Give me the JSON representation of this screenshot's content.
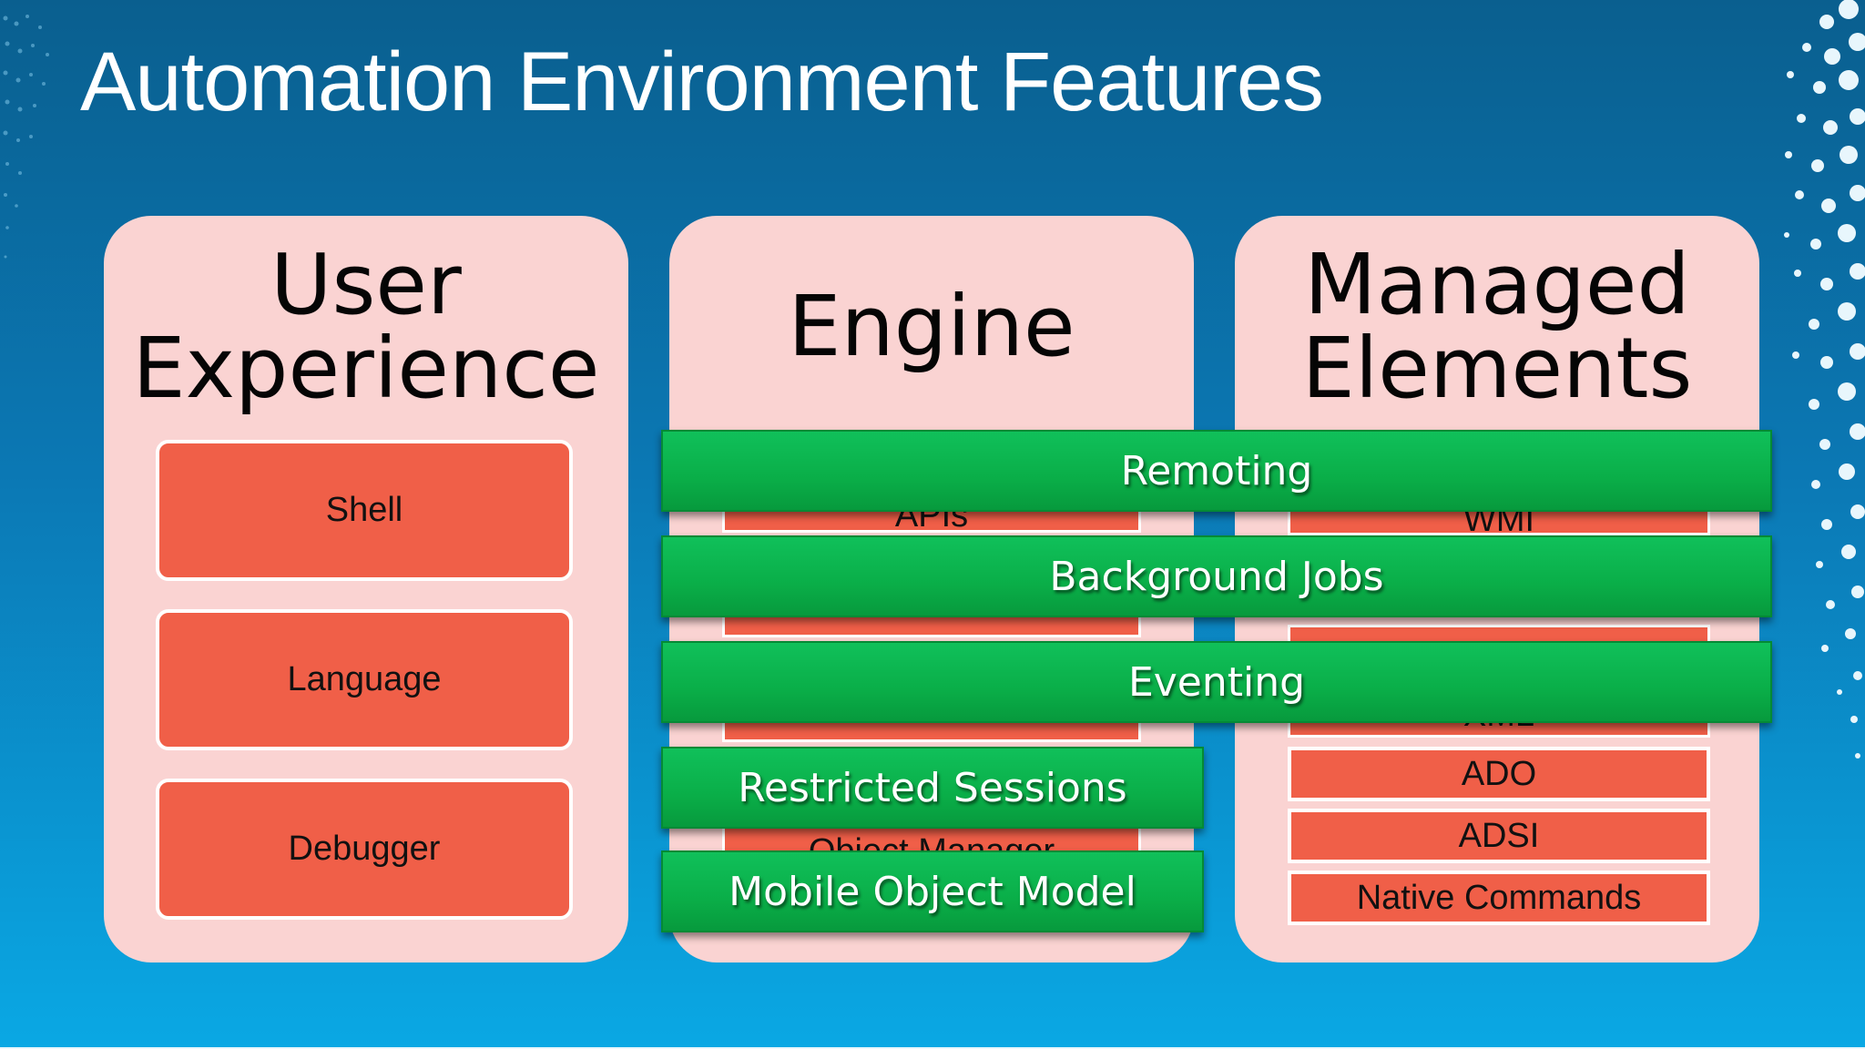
{
  "title": "Automation Environment Features",
  "panels": {
    "user_experience": {
      "title_line1": "User",
      "title_line2": "Experience",
      "blocks": [
        "Shell",
        "Language",
        "Debugger"
      ]
    },
    "engine": {
      "title": "Engine",
      "partial_labels": [
        "APIs",
        "Object Manager"
      ]
    },
    "managed_elements": {
      "title_line1": "Managed",
      "title_line2": "Elements",
      "partial_labels": [
        "WMI",
        "XML"
      ],
      "blocks": [
        "ADO",
        "ADSI",
        "Native Commands"
      ]
    }
  },
  "overlays": [
    "Remoting",
    "Background Jobs",
    "Eventing",
    "Restricted Sessions",
    "Mobile Object Model"
  ],
  "colors": {
    "panel": "#fad3d2",
    "block": "#f05f48",
    "overlay": "#0aae48",
    "background": "#0b78b4"
  }
}
